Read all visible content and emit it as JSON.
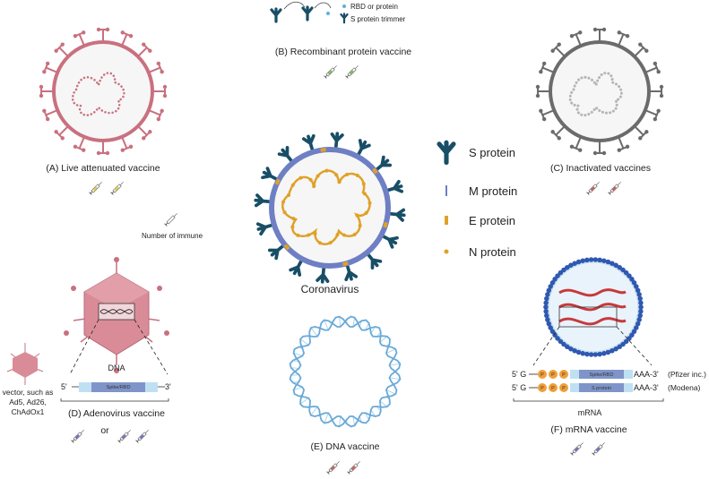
{
  "legend": {
    "s_protein": "S protein",
    "m_protein": "M protein",
    "e_protein": "E protein",
    "n_protein": "N protein"
  },
  "center_label": "Coronavirus",
  "recombinant": {
    "rbd_label": "RBD or protein",
    "trimer_label": "S protein trimmer",
    "caption": "(B) Recombinant protein vaccine"
  },
  "live": {
    "caption": "(A) Live attenuated vaccine"
  },
  "inactivated": {
    "caption": "(C) Inactivated vaccines"
  },
  "immune_note": "Number of immune",
  "adeno": {
    "vector_label_1": "vector, such as",
    "vector_label_2": "Ad5, Ad26,",
    "vector_label_3": "ChAdOx1",
    "dna_title": "DNA",
    "five_prime": "5'",
    "three_prime": "3'",
    "gene": "Spike/RBD",
    "caption": "(D) Adenovirus vaccine",
    "or": "or"
  },
  "dna_vaccine": {
    "caption": "(E) DNA vaccine"
  },
  "mrna": {
    "row1_cap": "5' G",
    "row1_gene": "Spike/RBD",
    "row1_tail": "AAA-3'",
    "row1_maker": "(Pfizer inc.)",
    "row2_cap": "5' G",
    "row2_gene": "S protein",
    "row2_tail": "AAA-3'",
    "row2_maker": "(Modena)",
    "cap_p": "P",
    "title": "mRNA",
    "caption": "(F) mRNA vaccine"
  },
  "colors": {
    "live": "#c9707f",
    "inactivated": "#6b6b6b",
    "corona_spike": "#184e66",
    "corona_membrane": "#6e7fc4",
    "rna_orange": "#e0a128",
    "adeno": "#d98c98",
    "dna_blue": "#6aaad8",
    "lnp_blue": "#2f59b0",
    "mrna_red": "#c73a3a"
  }
}
